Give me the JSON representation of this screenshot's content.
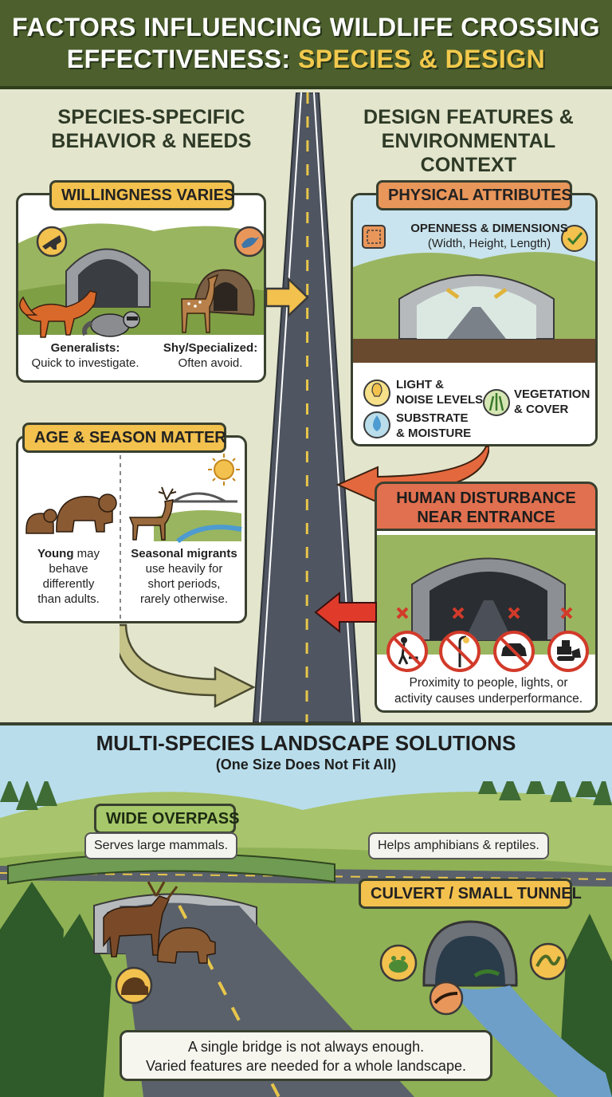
{
  "header": {
    "title_line1": "FACTORS INFLUENCING WILDLIFE CROSSING",
    "title_line2_prefix": "EFFECTIVENESS:",
    "title_line2_accent": "SPECIES & DESIGN"
  },
  "left_column": {
    "title_line1": "SPECIES-SPECIFIC",
    "title_line2": "BEHAVIOR & NEEDS",
    "willingness": {
      "tag": "WILLINGNESS VARIES",
      "generalists_label": "Generalists:",
      "generalists_text": "Quick to investigate.",
      "shy_label": "Shy/Specialized:",
      "shy_text": "Often avoid.",
      "icons": [
        "fox-icon",
        "bird-icon"
      ]
    },
    "age_season": {
      "tag": "AGE & SEASON MATTER",
      "young_bold": "Young",
      "young_rest_line1": " may",
      "young_line2": "behave",
      "young_line3": "differently",
      "young_line4": "than adults.",
      "seasonal_bold": "Seasonal migrants",
      "seasonal_line2": "use heavily for",
      "seasonal_line3": "short periods,",
      "seasonal_line4": "rarely otherwise."
    }
  },
  "right_column": {
    "title_line1": "DESIGN FEATURES &",
    "title_line2": "ENVIRONMENTAL CONTEXT",
    "physical": {
      "tag": "PHYSICAL ATTRIBUTES",
      "openness_title": "OPENNESS & DIMENSIONS",
      "openness_sub": "(Width, Height, Length)",
      "light_line1": "LIGHT &",
      "light_line2": "NOISE LEVELS",
      "substrate_line1": "SUBSTRATE",
      "substrate_line2": "& MOISTURE",
      "vegetation_line1": "VEGETATION",
      "vegetation_line2": "& COVER"
    },
    "disturbance": {
      "tag_line1": "HUMAN DISTURBANCE",
      "tag_line2": "NEAR ENTRANCE",
      "caption_line1": "Proximity to people, lights, or",
      "caption_line2": "activity causes underperformance.",
      "icons": [
        "person-with-dog-icon",
        "street-lamp-icon",
        "car-icon",
        "bulldozer-icon"
      ]
    }
  },
  "lower": {
    "banner_title": "MULTI-SPECIES LANDSCAPE SOLUTIONS",
    "banner_sub": "(One Size Does Not Fit All)",
    "overpass_tag": "WIDE OVERPASS",
    "overpass_bubble": "Serves large mammals.",
    "culvert_bubble": "Helps amphibians & reptiles.",
    "culvert_tag": "CULVERT / SMALL TUNNEL",
    "footer_line1": "A single bridge is not always enough.",
    "footer_line2": "Varied features are needed for a whole landscape."
  },
  "colors": {
    "header_bg": "#4c5f2c",
    "accent_yellow": "#f2c94c",
    "tag_orange": "#e9965a",
    "tag_red": "#e0704f",
    "tag_green": "#a6c86a",
    "banner_blue": "#b9ddeb",
    "road_gray": "#4e5560"
  }
}
